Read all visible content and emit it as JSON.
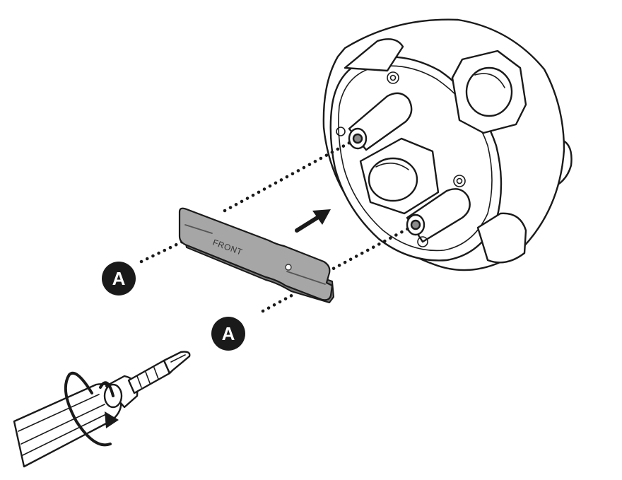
{
  "plate": {
    "label": "FRONT"
  },
  "callouts": [
    {
      "id": "left",
      "label": "A"
    },
    {
      "id": "bottom",
      "label": "A"
    }
  ],
  "colors": {
    "ink": "#1a1a1a",
    "plate_fill": "#a6a6a6",
    "background": "#ffffff"
  },
  "icons": {
    "direction": "arrow-icon",
    "rotation": "rotate-arrow-icon"
  }
}
